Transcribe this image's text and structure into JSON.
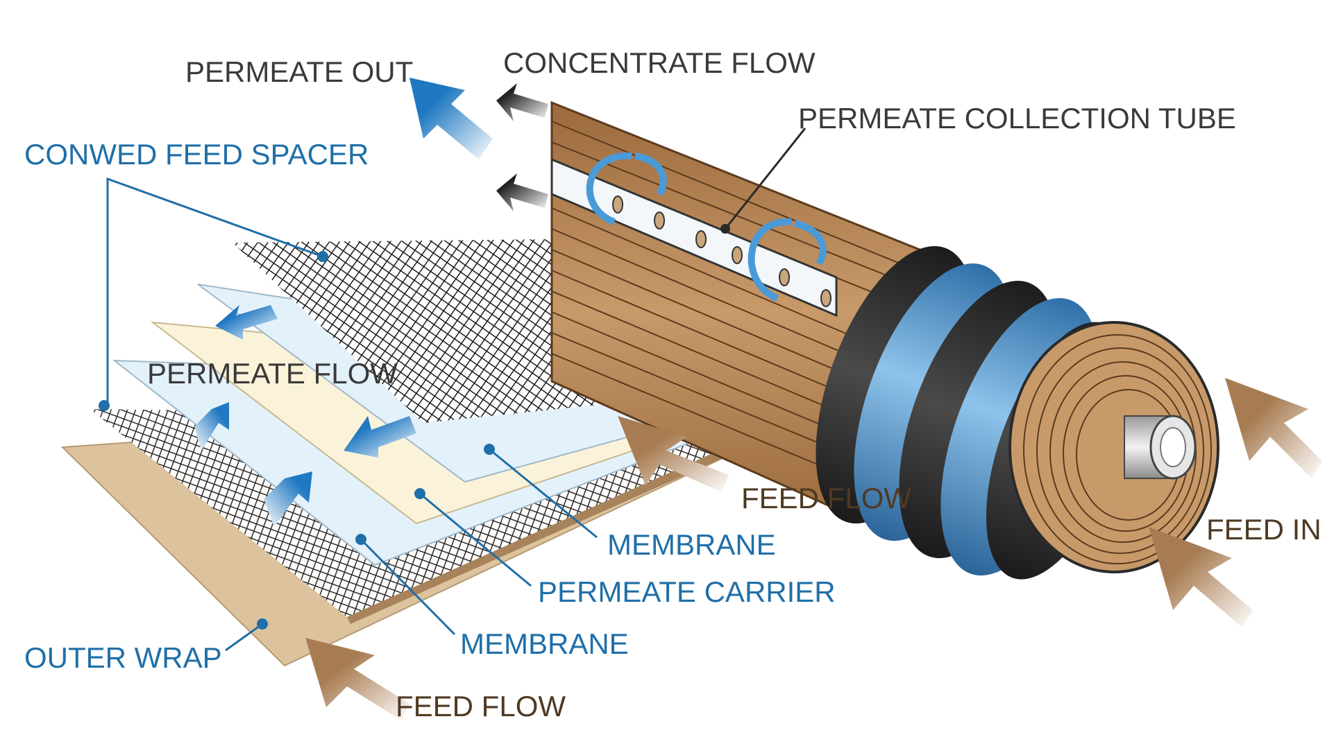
{
  "labels": {
    "permeate_out": "PERMEATE OUT",
    "concentrate_flow": "CONCENTRATE FLOW",
    "permeate_collection_tube": "PERMEATE COLLECTION TUBE",
    "conwed_feed_spacer": "CONWED FEED SPACER",
    "permeate_flow": "PERMEATE FLOW",
    "feed_flow_upper": "FEED FLOW",
    "feed_in": "FEED IN",
    "membrane_upper": "MEMBRANE",
    "permeate_carrier": "PERMEATE CARRIER",
    "membrane_lower": "MEMBRANE",
    "outer_wrap": "OUTER WRAP",
    "feed_flow_lower": "FEED FLOW"
  },
  "colors": {
    "label_dark": "#3a3a3a",
    "label_blue": "#1f6fa8",
    "label_brown": "#4f3a22",
    "wood": "#b8875a",
    "wood_lines": "#5a3a1e",
    "band_blue": "#4f8fc6",
    "band_black": "#2a2a2a",
    "membrane_sheet": "#e3f1fb",
    "carrier_sheet": "#fbf3d9",
    "outer_wrap": "#dcc39e",
    "arrow_blue": "#1f78c1",
    "arrow_brown": "#a87c52",
    "arrow_gray": "#333333"
  }
}
